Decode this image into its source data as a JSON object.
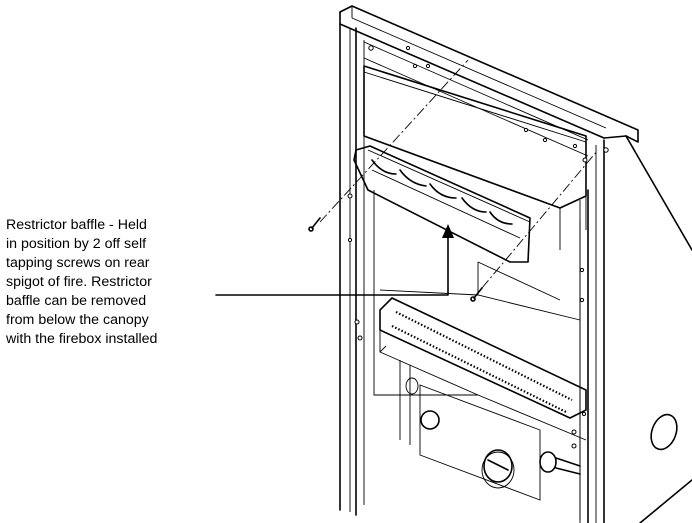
{
  "callout": {
    "lines": [
      "Restrictor baffle - Held",
      "in position by 2 off self",
      "tapping screws on rear",
      "spigot of fire.  Restrictor",
      "baffle can be removed",
      "from below the canopy",
      "with the firebox installed"
    ]
  }
}
